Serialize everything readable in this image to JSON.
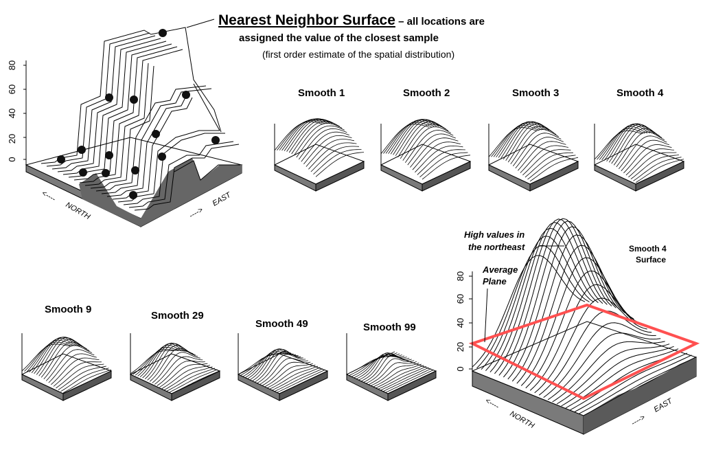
{
  "title": {
    "main": "Nearest Neighbor Surface",
    "rest": " – all locations are",
    "line2": "assigned the value of the closest sample",
    "line3": "(first order estimate of the spatial distribution)"
  },
  "main_plot": {
    "z_ticks": [
      "0",
      "20",
      "40",
      "60",
      "80"
    ],
    "x_axis": "NORTH",
    "y_axis": "EAST"
  },
  "smooth_labels": [
    "Smooth 1",
    "Smooth 2",
    "Smooth 3",
    "Smooth 4",
    "Smooth 9",
    "Smooth 29",
    "Smooth 49",
    "Smooth 99"
  ],
  "big_plot": {
    "z_ticks": [
      "0",
      "20",
      "40",
      "60",
      "80"
    ],
    "x_axis": "NORTH",
    "y_axis": "EAST",
    "annotation_high": [
      "High values in",
      "the northeast"
    ],
    "annotation_avg": [
      "Average",
      "Plane"
    ],
    "annotation_surface": [
      "Smooth 4",
      "Surface"
    ],
    "plane_color": "#ff5050"
  }
}
